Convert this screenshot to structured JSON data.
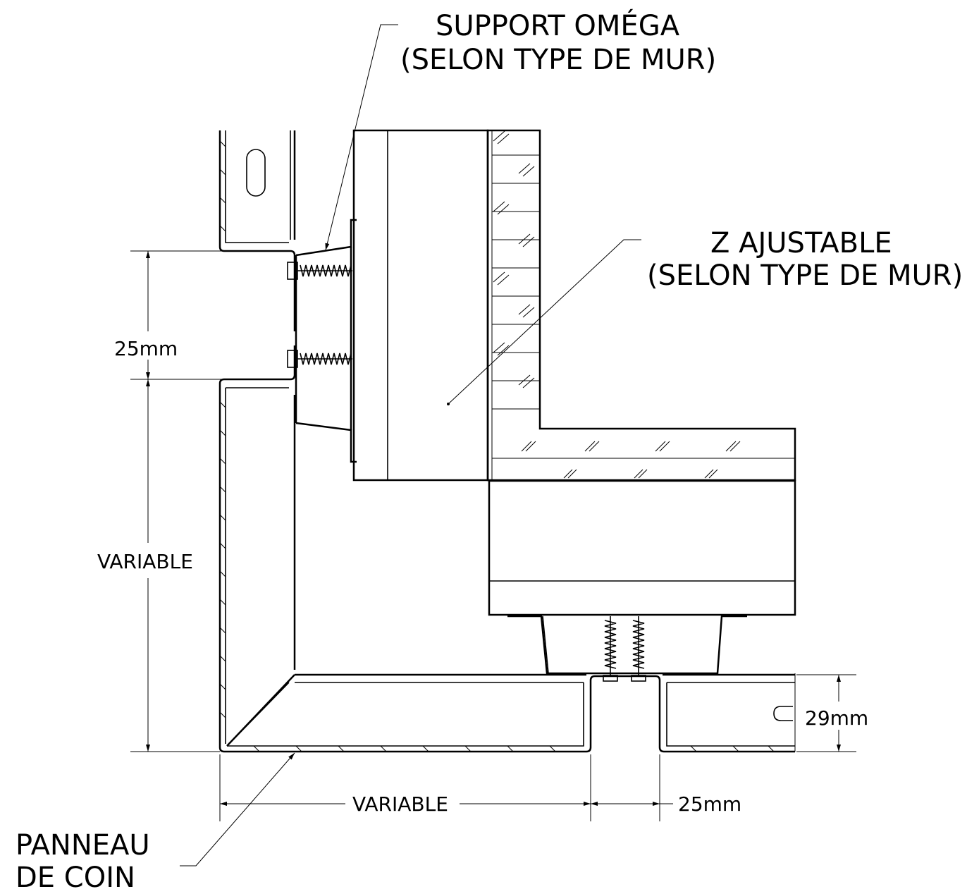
{
  "labels": {
    "support_omega_1": "SUPPORT OMÉGA",
    "support_omega_2": "(SELON TYPE DE MUR)",
    "z_ajustable_1": "Z AJUSTABLE",
    "z_ajustable_2": "(SELON TYPE DE MUR)",
    "panneau_1": "PANNEAU",
    "panneau_2": "DE COIN"
  },
  "dimensions": {
    "gap_vertical": "25mm",
    "height_variable": "VARIABLE",
    "width_variable": "VARIABLE",
    "gap_horizontal": "25mm",
    "return_depth": "29mm"
  },
  "colors": {
    "line": "#000000",
    "background": "#ffffff"
  }
}
